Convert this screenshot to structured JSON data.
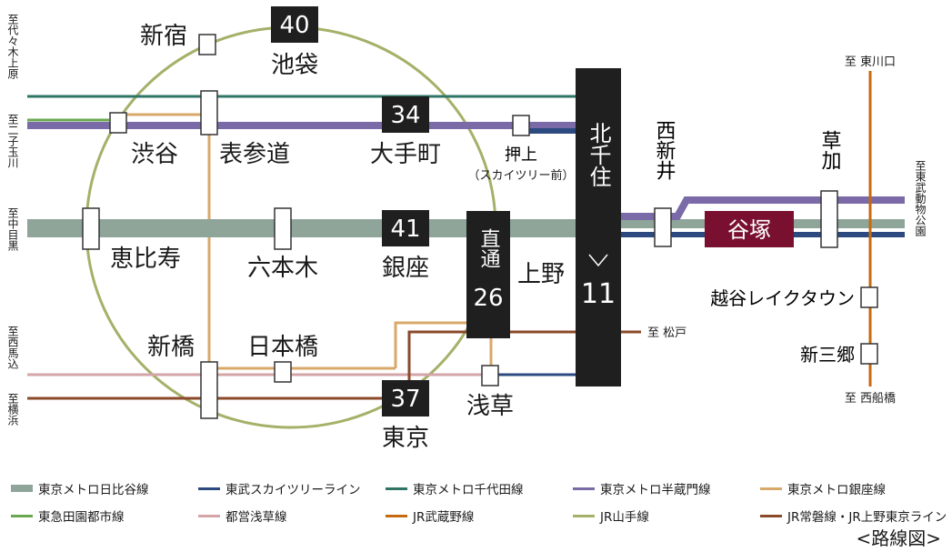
{
  "colors": {
    "hibiya": "#8fa59a",
    "tobu": "#2c4a80",
    "chiyoda": "#2f7566",
    "hanzomon": "#7a6aa8",
    "ginza": "#d8a86a",
    "denentoshi": "#6aa84f",
    "asakusa": "#d4a4a8",
    "musashino": "#c56a10",
    "yamanote": "#a5b068",
    "joban": "#8a4a2a",
    "box_dark": "#1f1f1f",
    "yatsuka": "#7a1030"
  },
  "stations": {
    "shinjuku": "新宿",
    "ikebukuro": "池袋",
    "ikebukuro_num": "40",
    "shibuya": "渋谷",
    "omotesando": "表参道",
    "otemachi": "大手町",
    "otemachi_num": "34",
    "oshiage": "押上",
    "oshiage_sub": "（スカイツリー前）",
    "ebisu": "恵比寿",
    "roppongi": "六本木",
    "ginza": "銀座",
    "ginza_num": "41",
    "ueno": "上野",
    "ueno_direct": "直通",
    "ueno_num": "26",
    "kitasenju": "北千住",
    "kitasenju_num": "11",
    "nishiarai": "西新井",
    "soka": "草加",
    "yatsuka": "谷塚",
    "koshigaya": "越谷レイクタウン",
    "shinmisato": "新三郷",
    "shinbashi": "新橋",
    "nihonbashi": "日本橋",
    "tokyo": "東京",
    "tokyo_num": "37",
    "asakusa": "浅草"
  },
  "directions": {
    "yoyogi": "至代々木上原",
    "futako": "至二子玉川",
    "nakameguro": "至中目黒",
    "nishimagome": "至西馬込",
    "yokohama": "至横浜",
    "higashikawaguchi": "至 東川口",
    "tobu_zoo": "至東武動物公園",
    "matsudo": "至 松戸",
    "nishifunabashi": "至 西船橋"
  },
  "legend": [
    [
      {
        "label": "東京メトロ日比谷線",
        "color": "#8fa59a"
      },
      {
        "label": "東武スカイツリーライン",
        "color": "#2c4a80"
      },
      {
        "label": "東京メトロ千代田線",
        "color": "#2f7566"
      },
      {
        "label": "東京メトロ半蔵門線",
        "color": "#7a6aa8"
      },
      {
        "label": "東京メトロ銀座線",
        "color": "#d8a86a"
      }
    ],
    [
      {
        "label": "東急田園都市線",
        "color": "#6aa84f"
      },
      {
        "label": "都営浅草線",
        "color": "#d4a4a8"
      },
      {
        "label": "JR武蔵野線",
        "color": "#c56a10"
      },
      {
        "label": "JR山手線",
        "color": "#a5b068"
      },
      {
        "label": "JR常磐線・JR上野東京ライン",
        "color": "#8a4a2a"
      }
    ]
  ],
  "caption": "<路線図>"
}
